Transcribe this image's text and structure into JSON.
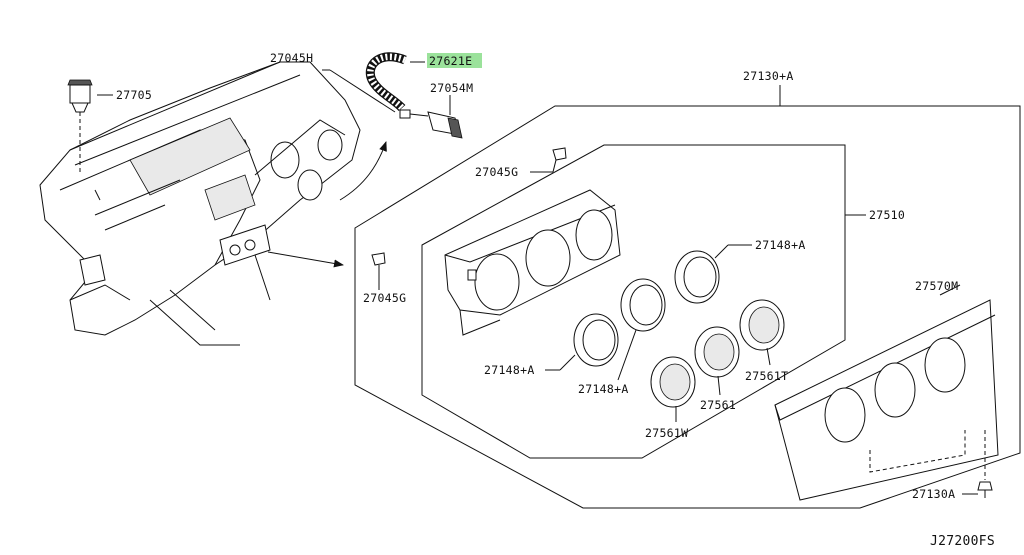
{
  "diagram_id": "J27200FS",
  "highlight_color": "#9be29b",
  "labels": {
    "p27705": "27705",
    "p27045H": "27045H",
    "p27621E": "27621E",
    "p27054M": "27054M",
    "p27130A_top": "27130+A",
    "p27045G_a": "27045G",
    "p27045G_b": "27045G",
    "p27510": "27510",
    "p27148A_1": "27148+A",
    "p27148A_2": "27148+A",
    "p27148A_3": "27148+A",
    "p27561T": "27561T",
    "p27561": "27561",
    "p27561W": "27561W",
    "p27570M": "27570M",
    "p27130A_bottom": "27130A"
  }
}
